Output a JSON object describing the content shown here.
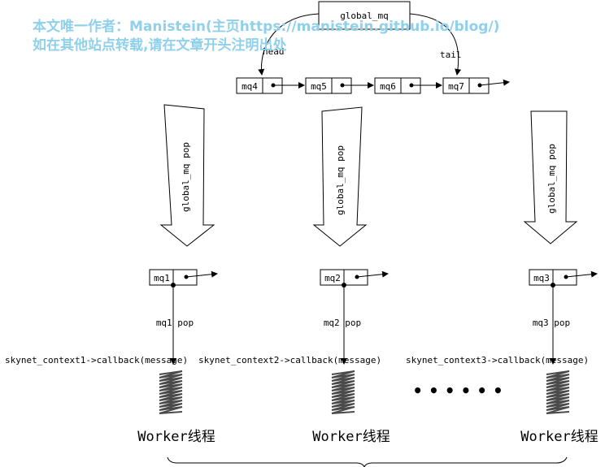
{
  "watermark": {
    "line1": "本文唯一作者：Manistein(主页https://manistein.github.io/blog/)",
    "line2": "如在其他站点转载,请在文章开头注明出处"
  },
  "global_queue": {
    "title": "global_mq",
    "head_label": "head",
    "tail_label": "tail",
    "nodes": [
      "mq4",
      "mq5",
      "mq6",
      "mq7"
    ]
  },
  "pop_arrows": [
    {
      "label": "global_mq pop"
    },
    {
      "label": "global_mq pop"
    },
    {
      "label": "global_mq pop"
    }
  ],
  "workers": [
    {
      "queue": "mq1",
      "pop_label": "mq1 pop",
      "callback": "skynet_context1->callback(message)",
      "name": "Worker线程"
    },
    {
      "queue": "mq2",
      "pop_label": "mq2 pop",
      "callback": "skynet_context2->callback(message)",
      "name": "Worker线程"
    },
    {
      "queue": "mq3",
      "pop_label": "mq3 pop",
      "callback": "skynet_context3->callback(message)",
      "name": "Worker线程"
    }
  ],
  "ellipsis": "• • • • • •"
}
